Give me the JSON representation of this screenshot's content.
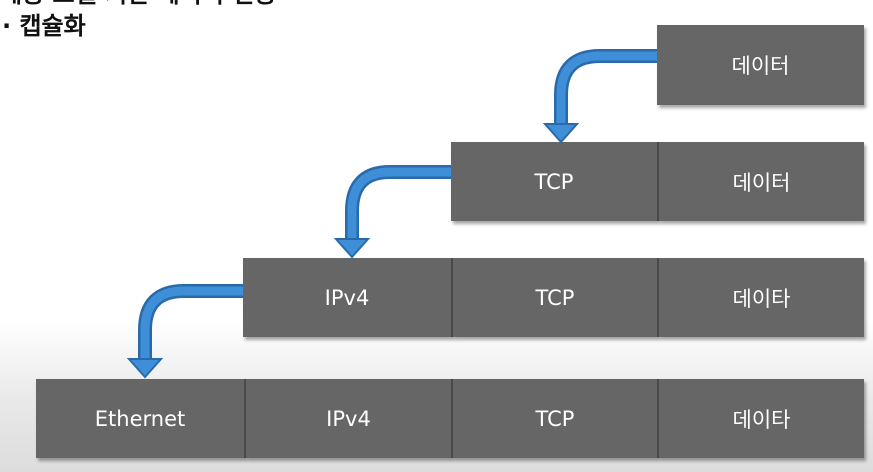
{
  "header": {
    "title": "계층 모델 기반 데이터 전송",
    "subtitle": "· 캡슐화"
  },
  "rows": {
    "r1": {
      "data": "데이터"
    },
    "r2": {
      "tcp": "TCP",
      "data": "데이터"
    },
    "r3": {
      "ip": "IPv4",
      "tcp": "TCP",
      "data": "데이타"
    },
    "r4": {
      "eth": "Ethernet",
      "ip": "IPv4",
      "tcp": "TCP",
      "data": "데이타"
    }
  },
  "colors": {
    "box": "#666666",
    "arrow": "#3f8fd8",
    "arrow_outline": "#2a6aab"
  }
}
